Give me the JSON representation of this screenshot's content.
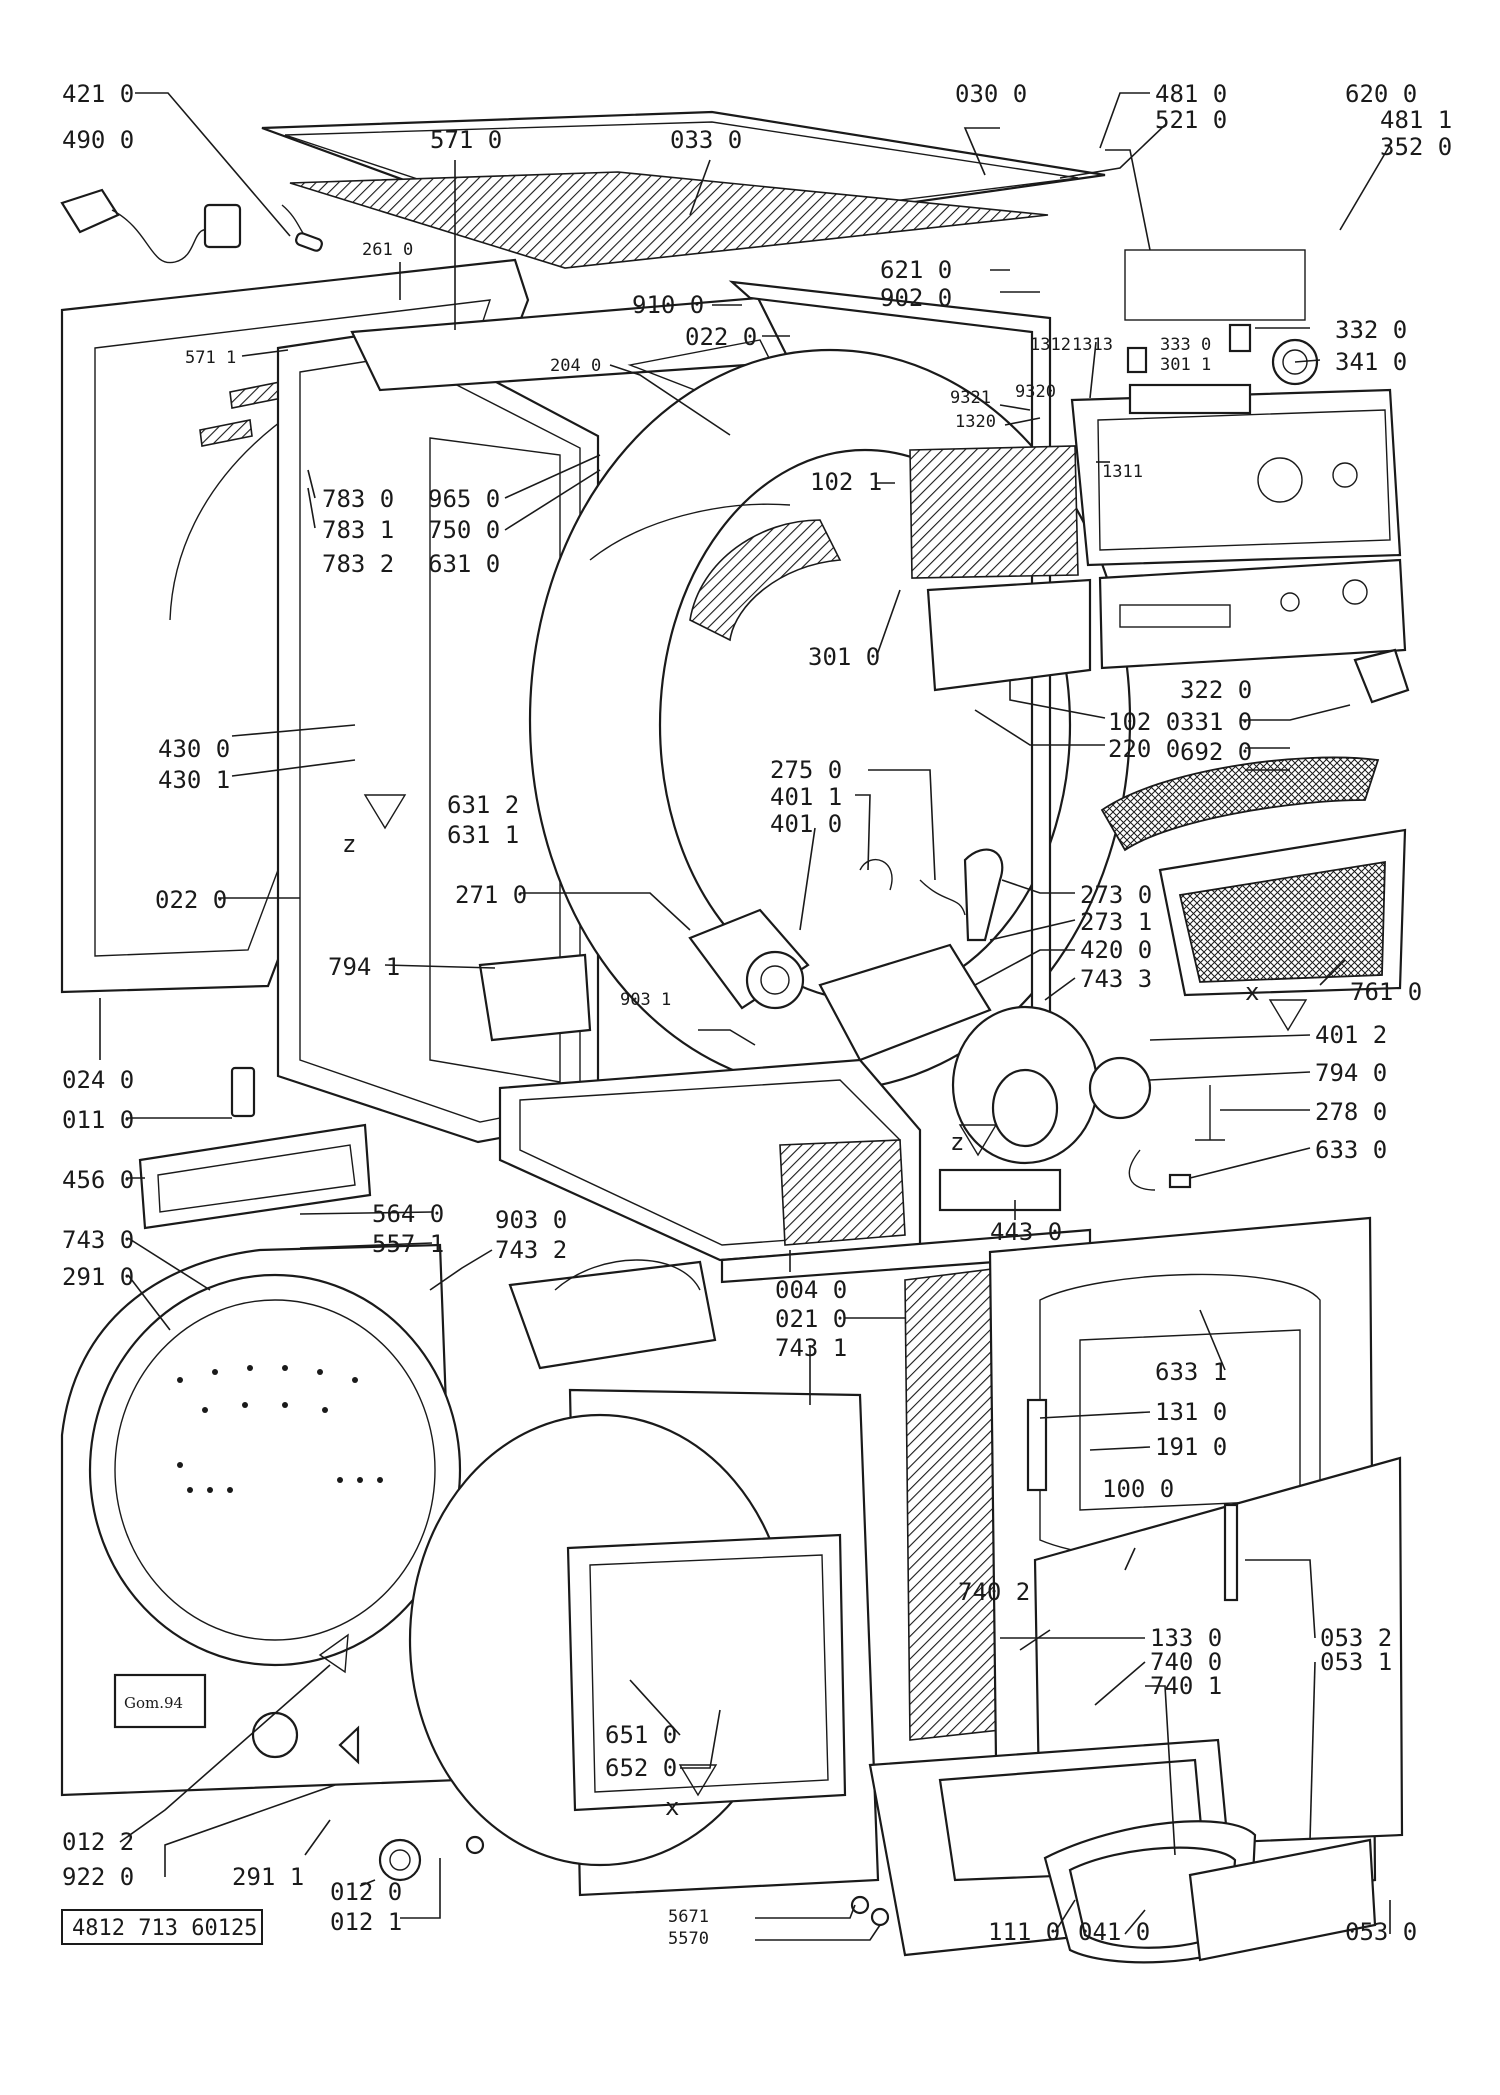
{
  "document_number": "4812 713 60125",
  "stamp_text": "Gom.94",
  "view_markers": [
    "z",
    "z",
    "x",
    "x"
  ],
  "labels": [
    "421 0",
    "490 0",
    "571 0",
    "030 0",
    "033 0",
    "481 0",
    "521 0",
    "620 0",
    "481 1",
    "352 0",
    "261 0",
    "910 0",
    "022 0",
    "621 0",
    "902 0",
    "332 0",
    "571 1",
    "204 0",
    "1312",
    "1313",
    "333 0",
    "301 1",
    "341 0",
    "9321",
    "1320",
    "9320",
    "783 0",
    "783 1",
    "783 2",
    "965 0",
    "750 0",
    "102 1",
    "1311",
    "631 0",
    "301 0",
    "430 0",
    "430 1",
    "631 2",
    "631 1",
    "102 0",
    "220 0",
    "322 0",
    "331 0",
    "692 0",
    "275 0",
    "401 1",
    "401 0",
    "022 0",
    "271 0",
    "273 0",
    "273 1",
    "794 1",
    "420 0",
    "743 3",
    "761 0",
    "903 1",
    "401 2",
    "024 0",
    "794 0",
    "011 0",
    "278 0",
    "456 0",
    "633 0",
    "564 0",
    "903 0",
    "443 0",
    "743 0",
    "557 1",
    "743 2",
    "291 0",
    "004 0",
    "021 0",
    "743 1",
    "633 1",
    "131 0",
    "191 0",
    "100 0",
    "740 2",
    "133 0",
    "053 2",
    "740 0",
    "053 1",
    "740 1",
    "651 0",
    "652 0",
    "012 2",
    "922 0",
    "291 1",
    "012 0",
    "012 1",
    "5671",
    "5570",
    "111 0",
    "041 0",
    "053 0"
  ]
}
